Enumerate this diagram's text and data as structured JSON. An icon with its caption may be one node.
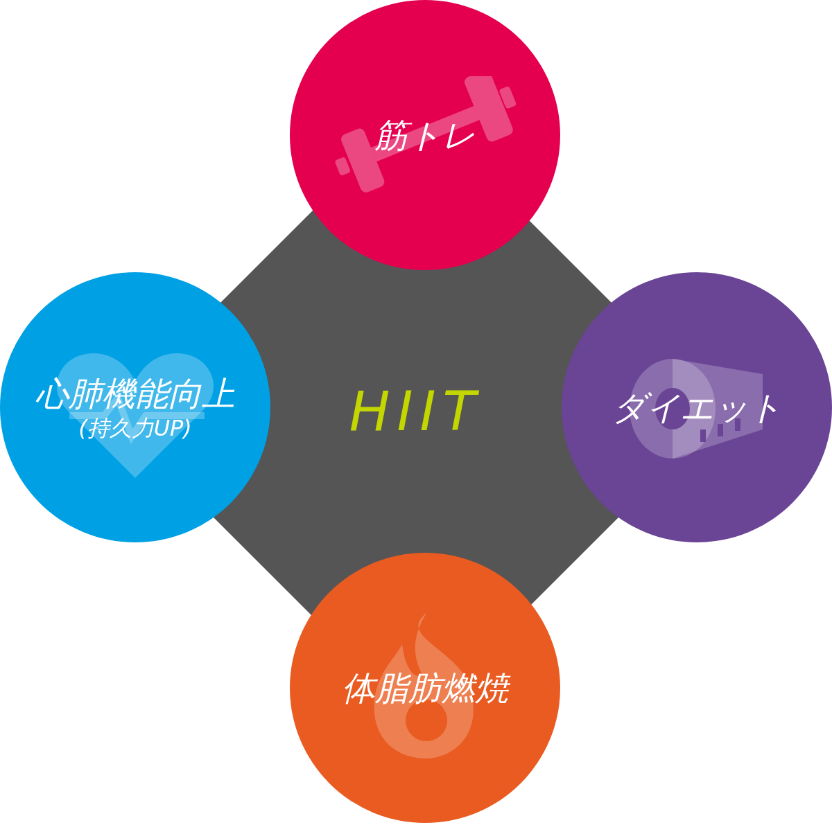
{
  "diagram": {
    "nodes": [
      {
        "text": [
          "HIIT"
        ]
      },
      {
        "text": [
          "筋トレ"
        ]
      },
      {
        "text": [
          "心肺機能向上",
          "(持久力UP)"
        ]
      },
      {
        "text": [
          "ダイエット"
        ]
      },
      {
        "text": [
          "体脂肪燃焼"
        ]
      }
    ]
  }
}
